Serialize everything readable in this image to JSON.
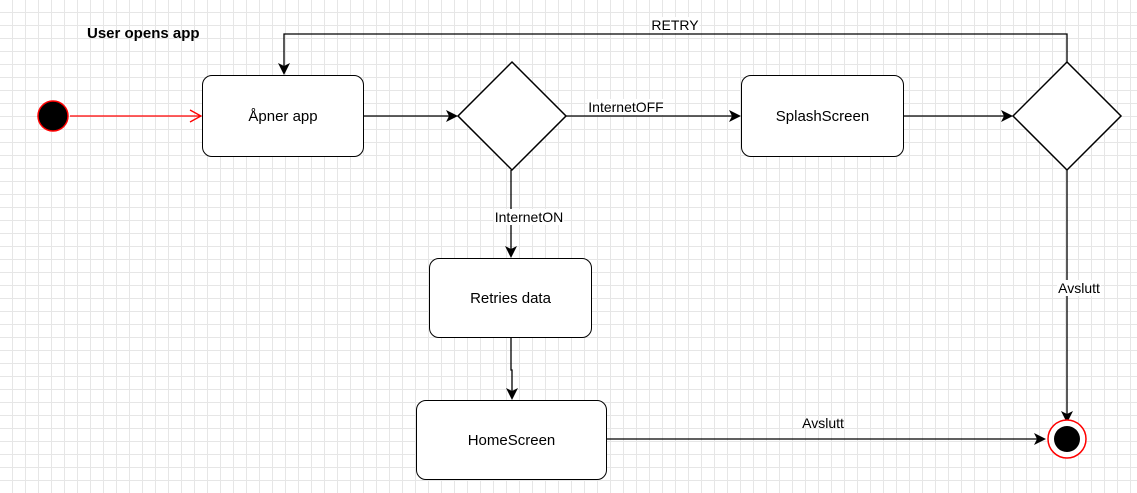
{
  "diagram": {
    "title": "User opens app",
    "nodes": {
      "open_app": "Åpner app",
      "splash": "SplashScreen",
      "retries": "Retries data",
      "home": "HomeScreen"
    },
    "edges": {
      "retry": "RETRY",
      "internet_off": "InternetOFF",
      "internet_on": "InternetON",
      "exit_right": "Avslutt",
      "exit_bottom": "Avslutt"
    }
  }
}
